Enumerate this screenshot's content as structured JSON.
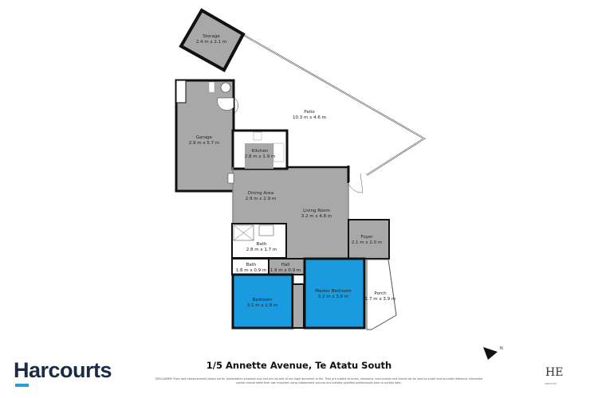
{
  "address": "1/5 Annette Avenue, Te Atatu South",
  "brand": "Harcourts",
  "studio_mark": "HE",
  "studio_sub": "CREATIVE",
  "disclaimer": "DISCLAIMER: Plans and measurements shown are for presentation purposes only and are not part of any legal document or file. They are subject to errors, omissions, inaccuracies and should not be used as a safe and accurate reference. Interested parties should make their own enquiries using independent sources and suitably qualified professionals prior to auction date.",
  "colors": {
    "room_grey": "#a8a8a8",
    "bedroom_blue": "#1a9be0",
    "brand_navy": "#1b2a47",
    "brand_cyan": "#1fa1d9"
  },
  "rooms": {
    "storage": {
      "name": "Storage",
      "size": "2.4 m x 2.1 m"
    },
    "patio": {
      "name": "Patio",
      "size": "10.3 m x 4.6 m"
    },
    "garage": {
      "name": "Garage",
      "size": "2.9 m x 5.7 m"
    },
    "kitchen": {
      "name": "Kitchen",
      "size": "2.8 m x 1.9 m"
    },
    "dining": {
      "name": "Dining Area",
      "size": "2.9 m x 2.9 m"
    },
    "living": {
      "name": "Living Room",
      "size": "3.2 m x 4.8 m"
    },
    "bath": {
      "name": "Bath",
      "size": "2.8 m x 1.7 m"
    },
    "foyer": {
      "name": "Foyer",
      "size": "2.1 m x 2.0 m"
    },
    "ensuite": {
      "name": "Bath",
      "size": "1.8 m x 0.9 m"
    },
    "hall": {
      "name": "Hall",
      "size": "1.9 m x 0.9 m"
    },
    "master": {
      "name": "Master Bedroom",
      "size": "3.2 m x 3.8 m"
    },
    "porch": {
      "name": "Porch",
      "size": "1.7 m x 3.9 m"
    },
    "bedroom": {
      "name": "Bedroom",
      "size": "3.1 m x 2.8 m"
    }
  },
  "compass": "N"
}
